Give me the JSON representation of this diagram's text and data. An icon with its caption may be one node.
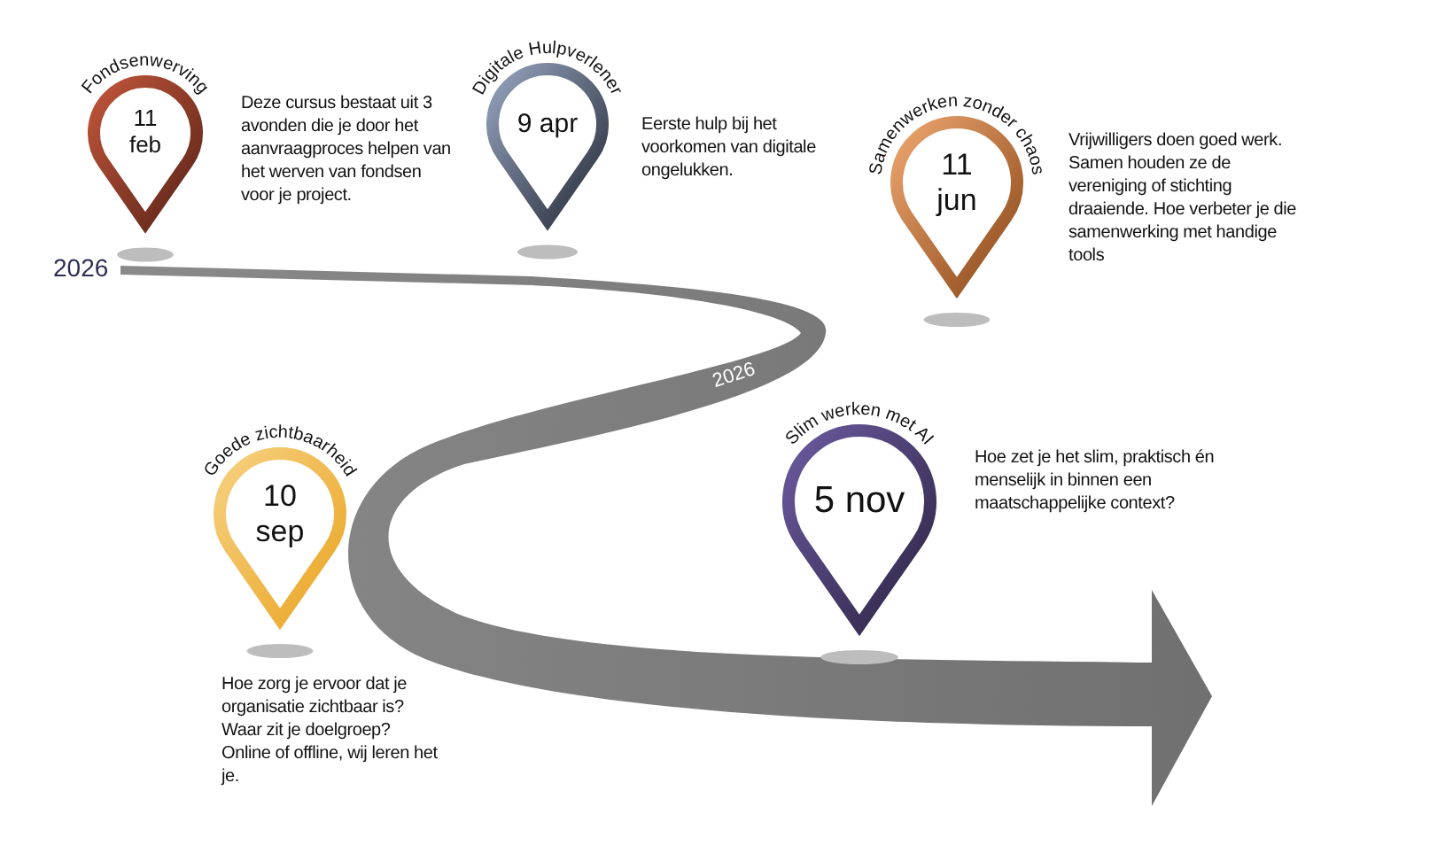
{
  "diagram": {
    "nodes": [
      {
        "text": [
          "Fondsenwerving",
          "11 feb"
        ],
        "beside": [
          "Deze cursus bestaat uit 3 avonden die je door het aanvraagproces helpen van het werven van fondsen voor je project."
        ]
      },
      {
        "text": [
          "Digitale Hulpverlener",
          "9 apr"
        ],
        "beside": [
          "Eerste hulp bij het voorkomen van digitale ongelukken."
        ]
      },
      {
        "text": [
          "Samenwerken zonder chaos",
          "11 jun"
        ],
        "beside": [
          "Vrijwilligers doen goed werk. Samen houden ze de vereniging of stichting draaiende. Hoe verbeter je die samenwerking met handige tools"
        ]
      },
      {
        "text": [
          "Goede zichtbaarheid",
          "10 sep"
        ],
        "beside": [
          "Hoe zorg je ervoor dat je organisatie zichtbaar is? Waar zit je doelgroep? Online of offline, wij leren het je."
        ]
      },
      {
        "text": [
          "Slim werken met AI",
          "5 nov"
        ],
        "beside": [
          "Hoe zet je het slim, praktisch én menselijk in binnen een maatschappelijke context?"
        ]
      }
    ],
    "labels": [
      "2026",
      "2026"
    ]
  }
}
